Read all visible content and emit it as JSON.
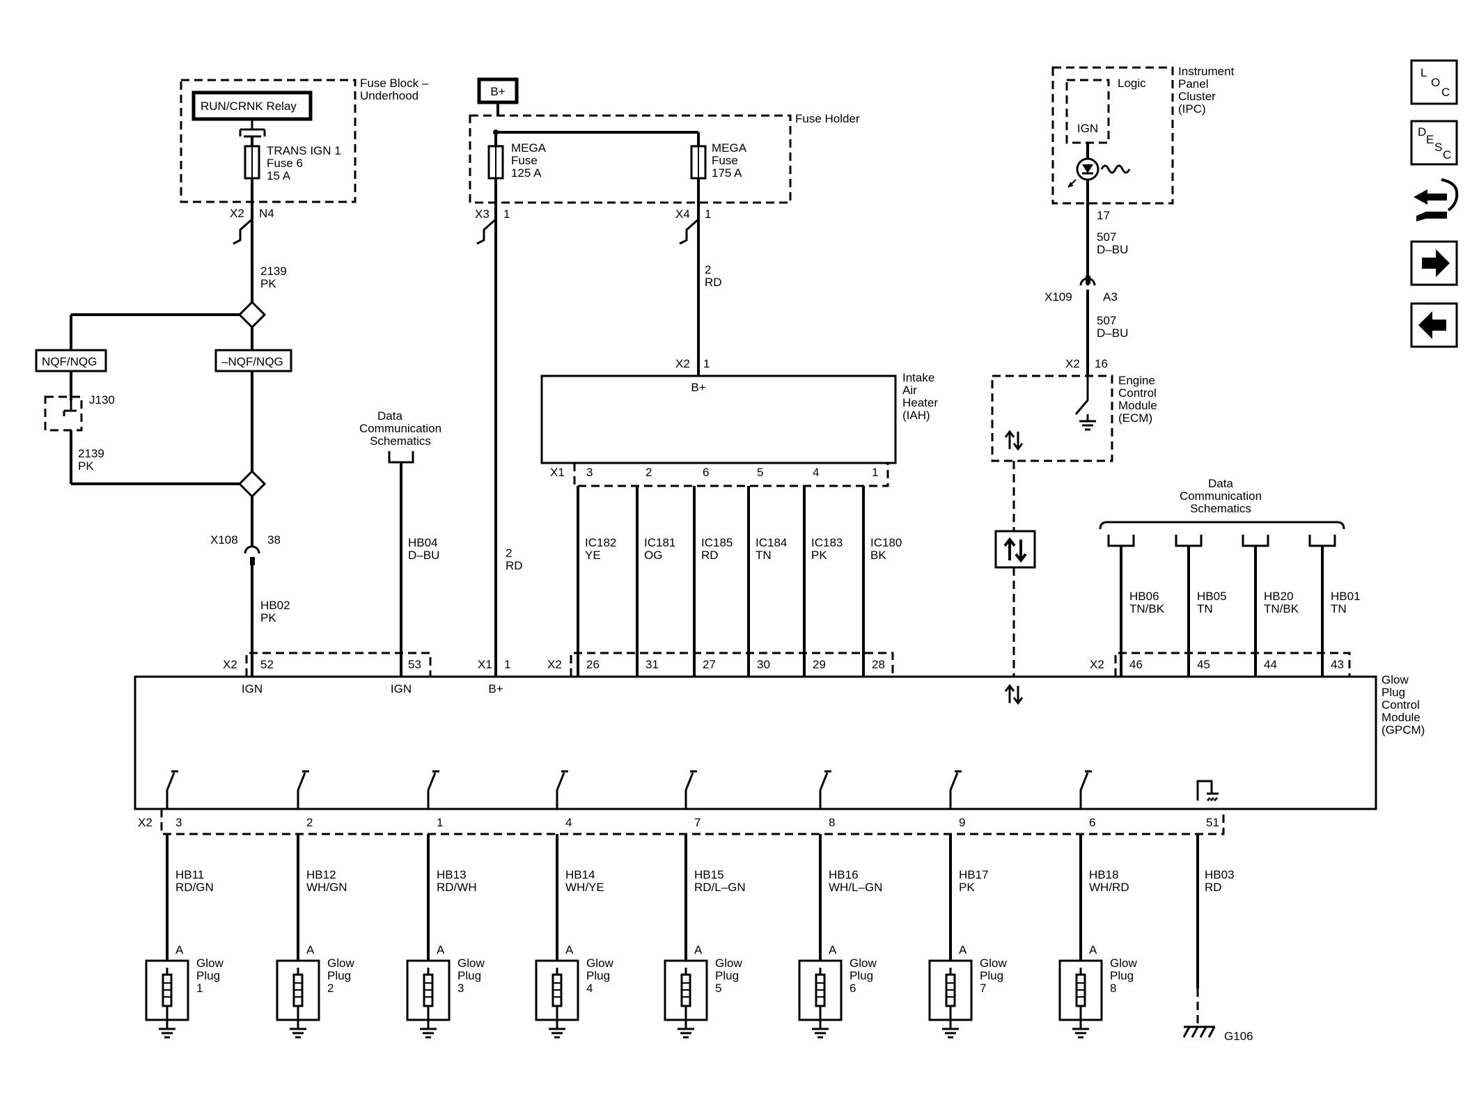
{
  "fuse_block": {
    "title_1": "Fuse Block –",
    "title_2": "Underhood",
    "relay": "RUN/CRNK Relay",
    "fuse_1": "TRANS IGN 1",
    "fuse_2": "Fuse 6",
    "fuse_3": "15 A",
    "conn": "X2",
    "pin": "N4"
  },
  "battery": {
    "label": "B+"
  },
  "fuse_holder": {
    "title": "Fuse Holder",
    "fuse_a": [
      "MEGA",
      "Fuse",
      "125 A"
    ],
    "fuse_b": [
      "MEGA",
      "Fuse",
      "175 A"
    ],
    "conn_a": "X3",
    "pin_a": "1",
    "conn_b": "X4",
    "pin_b": "1"
  },
  "ipc": {
    "title": [
      "Instrument",
      "Panel",
      "Cluster",
      "(IPC)"
    ],
    "logic": "Logic",
    "ign": "IGN",
    "pin": "17",
    "wire_1": "507",
    "color_1": "D–BU",
    "conn": "X109",
    "conn_pin": "A3",
    "wire_2": "507",
    "color_2": "D–BU"
  },
  "ecm": {
    "title": [
      "Engine",
      "Control",
      "Module",
      "(ECM)"
    ],
    "conn": "X2",
    "pin": "16"
  },
  "nav": {
    "loc": [
      "L",
      "O",
      "C"
    ],
    "desc": [
      "D",
      "E",
      "S",
      "C"
    ]
  },
  "options": {
    "a": "NQF/NQG",
    "b": "–NQF/NQG",
    "splice": "J130"
  },
  "wire_2139": {
    "num": "2139",
    "color": "PK"
  },
  "wire_2139b": {
    "num": "2139",
    "color": "PK"
  },
  "x108": {
    "conn": "X108",
    "pin": "38"
  },
  "hb02": {
    "num": "HB02",
    "color": "PK"
  },
  "dcs_left": [
    "Data",
    "Communication",
    "Schematics"
  ],
  "hb04": {
    "num": "HB04",
    "color": "D–BU"
  },
  "wire_2rd_left": {
    "num": "2",
    "color": "RD"
  },
  "wire_2rd_right": {
    "num": "2",
    "color": "RD"
  },
  "iah": {
    "title": [
      "Intake",
      "Air",
      "Heater",
      "(IAH)"
    ],
    "bplus": "B+",
    "conn_top": "X2",
    "pin_top": "1",
    "conn_bottom": "X1",
    "pins": [
      "3",
      "2",
      "6",
      "5",
      "4",
      "1"
    ],
    "wires": [
      {
        "num": "IC182",
        "color": "YE"
      },
      {
        "num": "IC181",
        "color": "OG"
      },
      {
        "num": "IC185",
        "color": "RD"
      },
      {
        "num": "IC184",
        "color": "TN"
      },
      {
        "num": "IC183",
        "color": "PK"
      },
      {
        "num": "IC180",
        "color": "BK"
      }
    ]
  },
  "dcs_right": [
    "Data",
    "Communication",
    "Schematics"
  ],
  "right_wires": [
    {
      "num": "HB06",
      "color": "TN/BK"
    },
    {
      "num": "HB05",
      "color": "TN"
    },
    {
      "num": "HB20",
      "color": "TN/BK"
    },
    {
      "num": "HB01",
      "color": "TN"
    }
  ],
  "gpcm": {
    "title": [
      "Glow",
      "Plug",
      "Control",
      "Module",
      "(GPCM)"
    ],
    "top": {
      "x2a": "X2",
      "p52": "52",
      "p53": "53",
      "x1": "X1",
      "p1": "1",
      "x2b": "X2",
      "iah_pins": [
        "26",
        "31",
        "27",
        "30",
        "29",
        "28"
      ],
      "x2c": "X2",
      "right_pins": [
        "46",
        "45",
        "44",
        "43"
      ]
    },
    "ign_1": "IGN",
    "ign_2": "IGN",
    "bplus": "B+",
    "bottom_conn": "X2",
    "bottom_pins": [
      "3",
      "2",
      "1",
      "4",
      "7",
      "8",
      "9",
      "6",
      "51"
    ]
  },
  "plugs": [
    {
      "wire": "HB11",
      "color": "RD/GN",
      "pin": "A",
      "l1": "Glow",
      "l2": "Plug",
      "n": "1"
    },
    {
      "wire": "HB12",
      "color": "WH/GN",
      "pin": "A",
      "l1": "Glow",
      "l2": "Plug",
      "n": "2"
    },
    {
      "wire": "HB13",
      "color": "RD/WH",
      "pin": "A",
      "l1": "Glow",
      "l2": "Plug",
      "n": "3"
    },
    {
      "wire": "HB14",
      "color": "WH/YE",
      "pin": "A",
      "l1": "Glow",
      "l2": "Plug",
      "n": "4"
    },
    {
      "wire": "HB15",
      "color": "RD/L–GN",
      "pin": "A",
      "l1": "Glow",
      "l2": "Plug",
      "n": "5"
    },
    {
      "wire": "HB16",
      "color": "WH/L–GN",
      "pin": "A",
      "l1": "Glow",
      "l2": "Plug",
      "n": "6"
    },
    {
      "wire": "HB17",
      "color": "PK",
      "pin": "A",
      "l1": "Glow",
      "l2": "Plug",
      "n": "7"
    },
    {
      "wire": "HB18",
      "color": "WH/RD",
      "pin": "A",
      "l1": "Glow",
      "l2": "Plug",
      "n": "8"
    }
  ],
  "ground": {
    "wire": "HB03",
    "color": "RD",
    "label": "G106"
  }
}
